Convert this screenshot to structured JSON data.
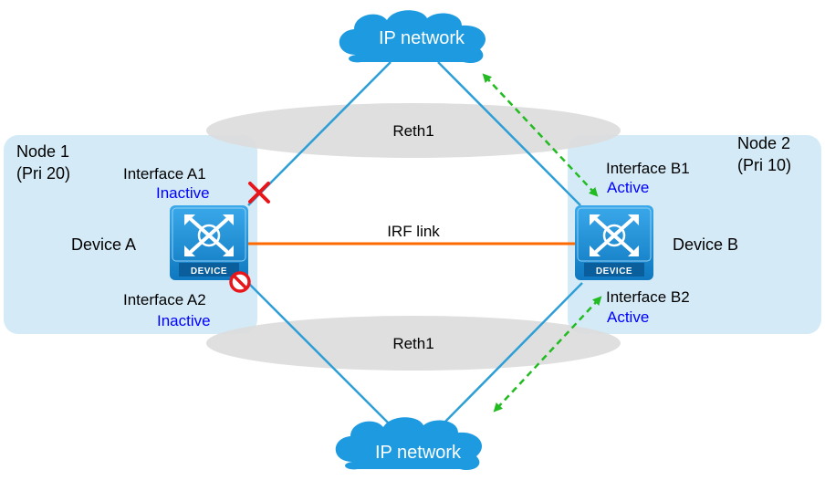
{
  "clouds": {
    "top_label": "IP network",
    "bottom_label": "IP network"
  },
  "reth": {
    "top_label": "Reth1",
    "bottom_label": "Reth1"
  },
  "irf_link_label": "IRF link",
  "node1": {
    "name": "Node 1",
    "priority": "(Pri 20)",
    "device_label": "Device A",
    "device_badge": "DEVICE",
    "interface_a1": {
      "name": "Interface A1",
      "status": "Inactive"
    },
    "interface_a2": {
      "name": "Interface A2",
      "status": "Inactive"
    }
  },
  "node2": {
    "name": "Node 2",
    "priority": "(Pri 10)",
    "device_label": "Device B",
    "device_badge": "DEVICE",
    "interface_b1": {
      "name": "Interface B1",
      "status": "Active"
    },
    "interface_b2": {
      "name": "Interface B2",
      "status": "Active"
    }
  },
  "colors": {
    "node_bg": "#d4ebf7",
    "reth_ellipse": "#dcdcdc",
    "link_blue": "#2e9fd6",
    "irf_orange": "#ff6a00",
    "cloud_blue": "#1e9be0",
    "device_blue": "#1f8fd8",
    "traffic_green": "#22bb22",
    "fail_red": "#e8161b",
    "status_blue": "#0000ff"
  },
  "icons": {
    "a1_fault": "x-mark-icon",
    "a2_fault": "prohibited-icon",
    "device": "switch-device-icon",
    "cloud": "cloud-icon"
  }
}
